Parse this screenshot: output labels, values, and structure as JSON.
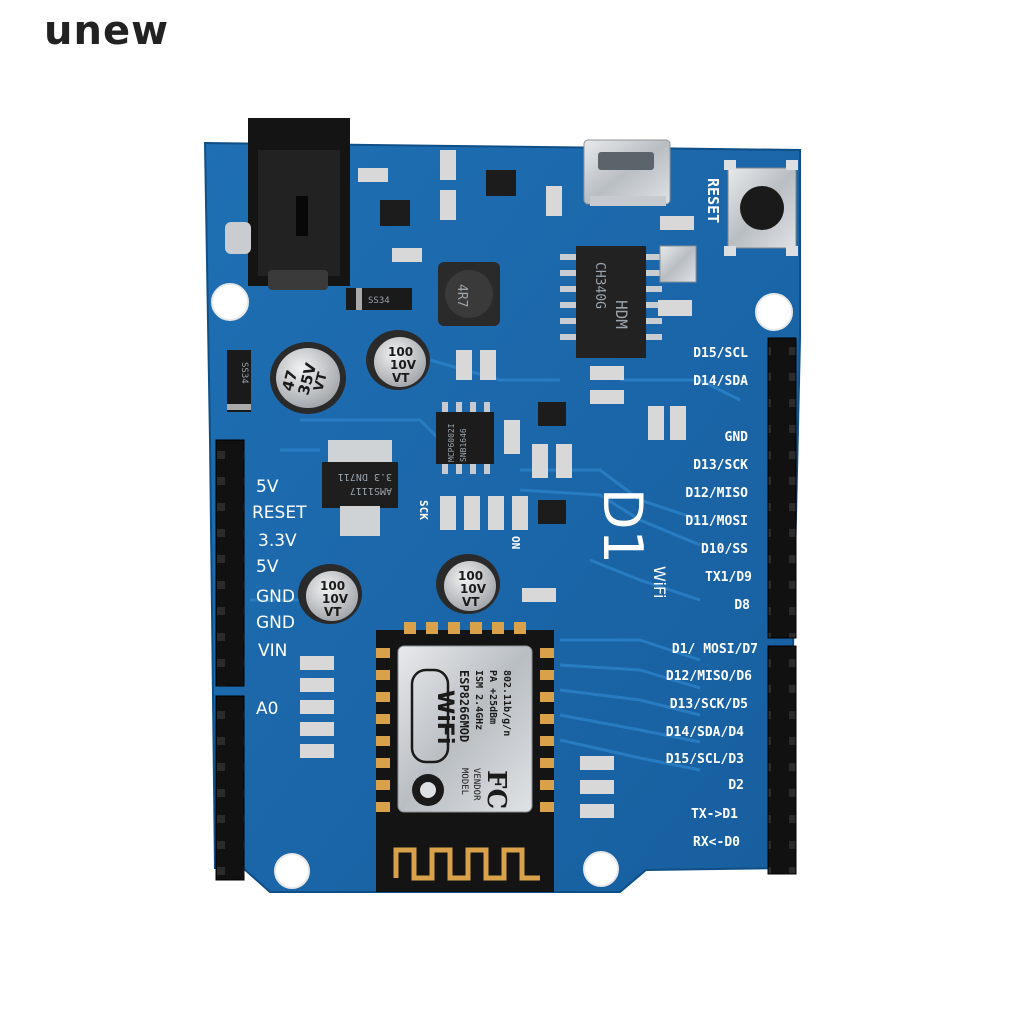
{
  "brand": {
    "watermark": "unew"
  },
  "board": {
    "reset_label": "RESET",
    "usb_chip": {
      "line1": "CH340G",
      "line2": "HDM"
    },
    "inductor": "4R7",
    "diode": "SS34",
    "diode2": "SS34",
    "regulator": {
      "line1": "AMS1117",
      "line2": "3.3 DN711"
    },
    "opamp": {
      "line1": "MCP6002I",
      "line2": "SNB1646"
    },
    "board_name": "D1",
    "board_sub": "WiFi",
    "cap_big": {
      "value": "47",
      "voltage": "35V",
      "series": "VT"
    },
    "cap_small": {
      "value": "100",
      "voltage": "10V",
      "series": "VT"
    },
    "left_header_labels": [
      "5V",
      "RESET",
      "3.3V",
      "5V",
      "GND",
      "GND",
      "VIN",
      "A0"
    ],
    "right_header_labels": [
      "D15/SCL",
      "D14/SDA",
      "GND",
      "D13/SCK",
      "D12/MISO",
      "D11/MOSI",
      "D10/SS",
      "TX1/D9",
      "D8",
      "D1/ MOSI/D7",
      "D12/MISO/D6",
      "D13/SCK/D5",
      "D14/SDA/D4",
      "D15/SCL/D3",
      "D2",
      "TX->D1",
      "RX<-D0"
    ],
    "sck_label": "SCK",
    "on_label": "ON",
    "esp_module": {
      "wifi_logo": "WiFi",
      "model_line": "ESP8266MOD",
      "spec_lines": [
        "ISM 2.4GHz",
        "PA +25dBm",
        "802.11b/g/n"
      ],
      "side_labels": [
        "MODEL",
        "VENDOR"
      ],
      "fcc": "FC"
    }
  }
}
